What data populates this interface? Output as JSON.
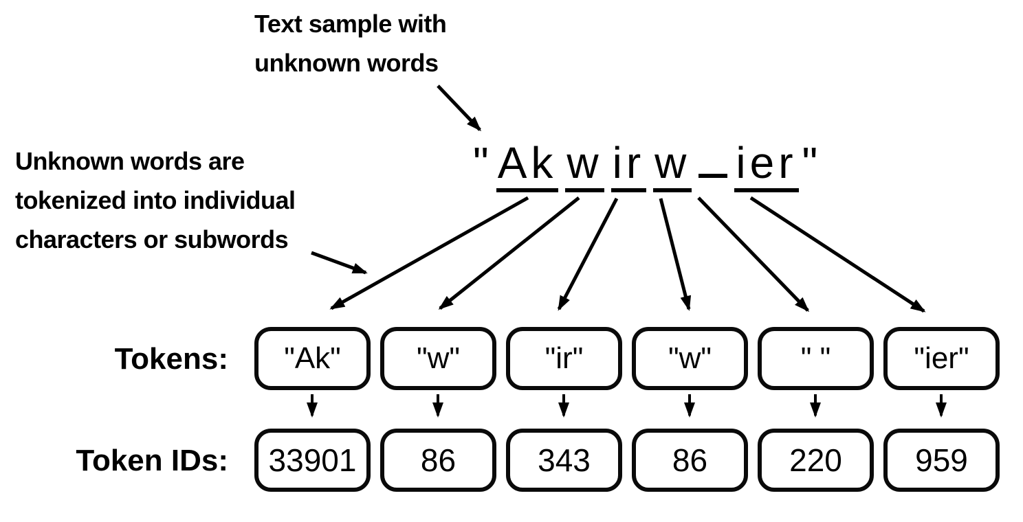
{
  "annotations": {
    "top_label": {
      "lines": [
        "Text sample with",
        "unknown words"
      ]
    },
    "left_label": {
      "lines": [
        "Unknown words are",
        "tokenized into individual",
        "characters or subwords"
      ]
    }
  },
  "sample_text": {
    "full": "\"Akwirw ier\"",
    "open_quote": "\"",
    "close_quote": "\"",
    "segments": [
      "Ak",
      "w",
      "ir",
      "w",
      " ",
      "ier"
    ]
  },
  "tokens_row": {
    "label": "Tokens:",
    "items": [
      "\"Ak\"",
      "\"w\"",
      "\"ir\"",
      "\"w\"",
      "\" \"",
      "\"ier\""
    ]
  },
  "token_ids_row": {
    "label": "Token IDs:",
    "items": [
      "33901",
      "86",
      "343",
      "86",
      "220",
      "959"
    ]
  },
  "colors": {
    "ink": "#000000",
    "background": "#ffffff"
  }
}
